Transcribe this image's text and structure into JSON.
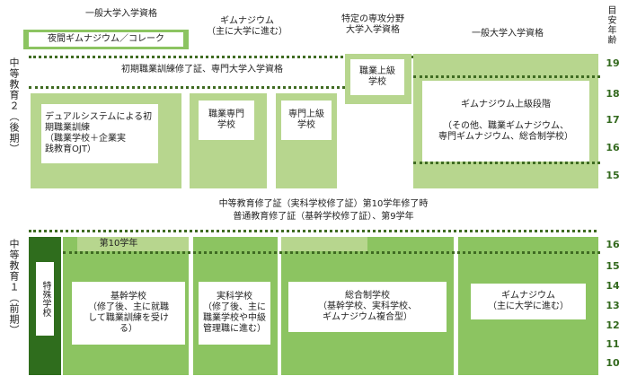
{
  "colors": {
    "light": "#b7d68e",
    "mid": "#8cc461",
    "dark": "#2f6d1d",
    "darkgreen": "#3f6b22"
  },
  "header": {
    "general_entrance": "一般大学入学資格",
    "night_gym": "夜間ギムナジウム／コレーク",
    "gym_top": "ギムナジウム\n（主に大学に進む）",
    "specific_field": "特定の専攻分野\n大学入学資格",
    "general_entrance_right": "一般大学入学資格",
    "age_axis_label": "目安年齢"
  },
  "upper": {
    "side_label": "中等教育２（後期）",
    "cert_line": "初期職業訓練修了証、専門大学入学資格",
    "dual": "デュアルシステムによる初\n期職業訓練\n（職業学校＋企業実\n践教育OJT）",
    "vocational_special": "職業専門\n学校",
    "technical_upper": "専門上級\n学校",
    "vocational_upper": "職業上級\n学校",
    "gym_upper": "ギムナジウム上級段階\n\n（その他、職業ギムナジウム、\n専門ギムナジウム、総合制学校）"
  },
  "middle": {
    "line1": "中等教育修了証（実科学校修了証）第10学年修了時",
    "line2": "普通教育修了証（基幹学校修了証）、第9学年"
  },
  "lower": {
    "side_label": "中等教育１（前期）",
    "special_school": "特殊学校",
    "grade10": "第10学年",
    "hauptschule": "基幹学校\n（修了後、主に就職\nして職業訓練を受け\nる）",
    "realschule": "実科学校\n（修了後、主に\n職業学校や中級\n管理職に進む）",
    "gesamtschule": "総合制学校\n（基幹学校、実科学校、\nギムナジウム複合型）",
    "gymnasium": "ギムナジウム\n（主に大学に進む）"
  },
  "ages": [
    "19",
    "18",
    "17",
    "16",
    "15",
    "16",
    "15",
    "14",
    "13",
    "12",
    "11",
    "10"
  ]
}
